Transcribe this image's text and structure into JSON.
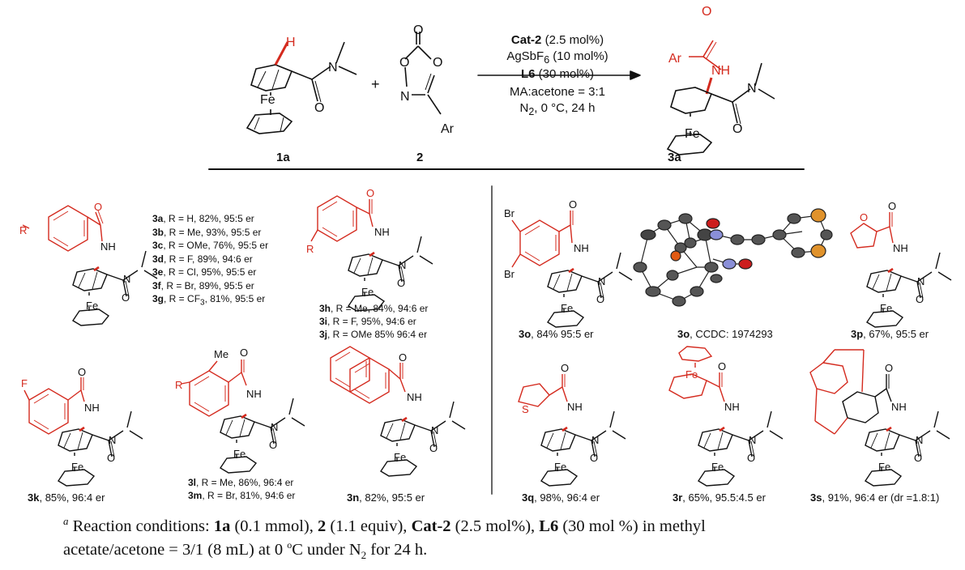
{
  "top_scheme": {
    "reactant_1_label": "1a",
    "reactant_2_label": "2",
    "product_label": "3a",
    "plus": "+",
    "conditions": {
      "line1_bold": "Cat-2",
      "line1_rest": " (2.5 mol%)",
      "line2_a": "AgSbF",
      "line2_sub": "6",
      "line2_b": " (10 mol%)",
      "line3_bold": "L6",
      "line3_rest": " (30 mol%)",
      "line4": "MA:acetone = 3:1",
      "line5_a": "N",
      "line5_sub": "2",
      "line5_b": ", 0 °C, 24 h"
    }
  },
  "atoms": {
    "H": "H",
    "Fe": "Fe",
    "N": "N",
    "O": "O",
    "Ar": "Ar",
    "NH": "NH",
    "R": "R",
    "F": "F",
    "Br": "Br",
    "Me": "Me",
    "S": "S"
  },
  "series_4_sub": {
    "3a_id": "3a",
    "3a_text": ", R = H, 82%, 95:5 er",
    "3b_id": "3b",
    "3b_text": ", R = Me, 93%, 95:5 er",
    "3c_id": "3c",
    "3c_text": ", R = OMe, 76%, 95:5 er",
    "3d_id": "3d",
    "3d_text": ", R = F, 89%, 94:6 er",
    "3e_id": "3e",
    "3e_text": ", R = Cl, 95%, 95:5 er",
    "3f_id": "3f",
    "3f_text": ", R = Br, 89%, 95:5 er",
    "3g_id": "3g",
    "3g_text_a": ", R = CF",
    "3g_sub": "3",
    "3g_text_b": ", 81%, 95:5 er"
  },
  "series_3_sub": {
    "3h_id": "3h",
    "3h_text": ", R = Me, 84%, 94:6 er",
    "3i_id": "3i",
    "3i_text": ", R = F, 95%, 94:6 er",
    "3j_id": "3j",
    "3j_text": ", R = OMe 85% 96:4 er"
  },
  "series_2me": {
    "3l_id": "3l",
    "3l_text": ", R = Me, 86%, 96:4 er",
    "3m_id": "3m",
    "3m_text": ", R = Br, 81%, 94:6 er"
  },
  "captions": {
    "3k_id": "3k",
    "3k_text": ", 85%, 96:4 er",
    "3n_id": "3n",
    "3n_text": ", 82%, 95:5 er",
    "3o_id": "3o",
    "3o_text": ", 84% 95:5 er",
    "3o_x_id": "3o",
    "3o_x_text": ", CCDC: 1974293",
    "3p_id": "3p",
    "3p_text": ", 67%, 95:5 er",
    "3q_id": "3q",
    "3q_text": ", 98%, 96:4 er",
    "3r_id": "3r",
    "3r_text": ", 65%, 95.5:4.5 er",
    "3s_id": "3s",
    "3s_text": ", 91%, 96:4 er (dr =1.8:1)"
  },
  "footnote": {
    "sup": "a",
    "l1_a": " Reaction conditions: ",
    "l1_b1": "1a",
    "l1_c": " (0.1 mmol), ",
    "l1_b2": "2",
    "l1_d": " (1.1 equiv), ",
    "l1_b3": "Cat-2",
    "l1_e": " (2.5 mol%), ",
    "l1_b4": "L6",
    "l1_f": " (30 mol %) in methyl",
    "l2_a": "acetate/acetone  = 3/1 (8 mL) at 0 ",
    "l2_sup": "o",
    "l2_b": "C under N",
    "l2_sub": "2",
    "l2_c": " for 24 h."
  },
  "colors": {
    "red": "#d42a1e",
    "ink": "#111111",
    "rule": "#333333"
  }
}
